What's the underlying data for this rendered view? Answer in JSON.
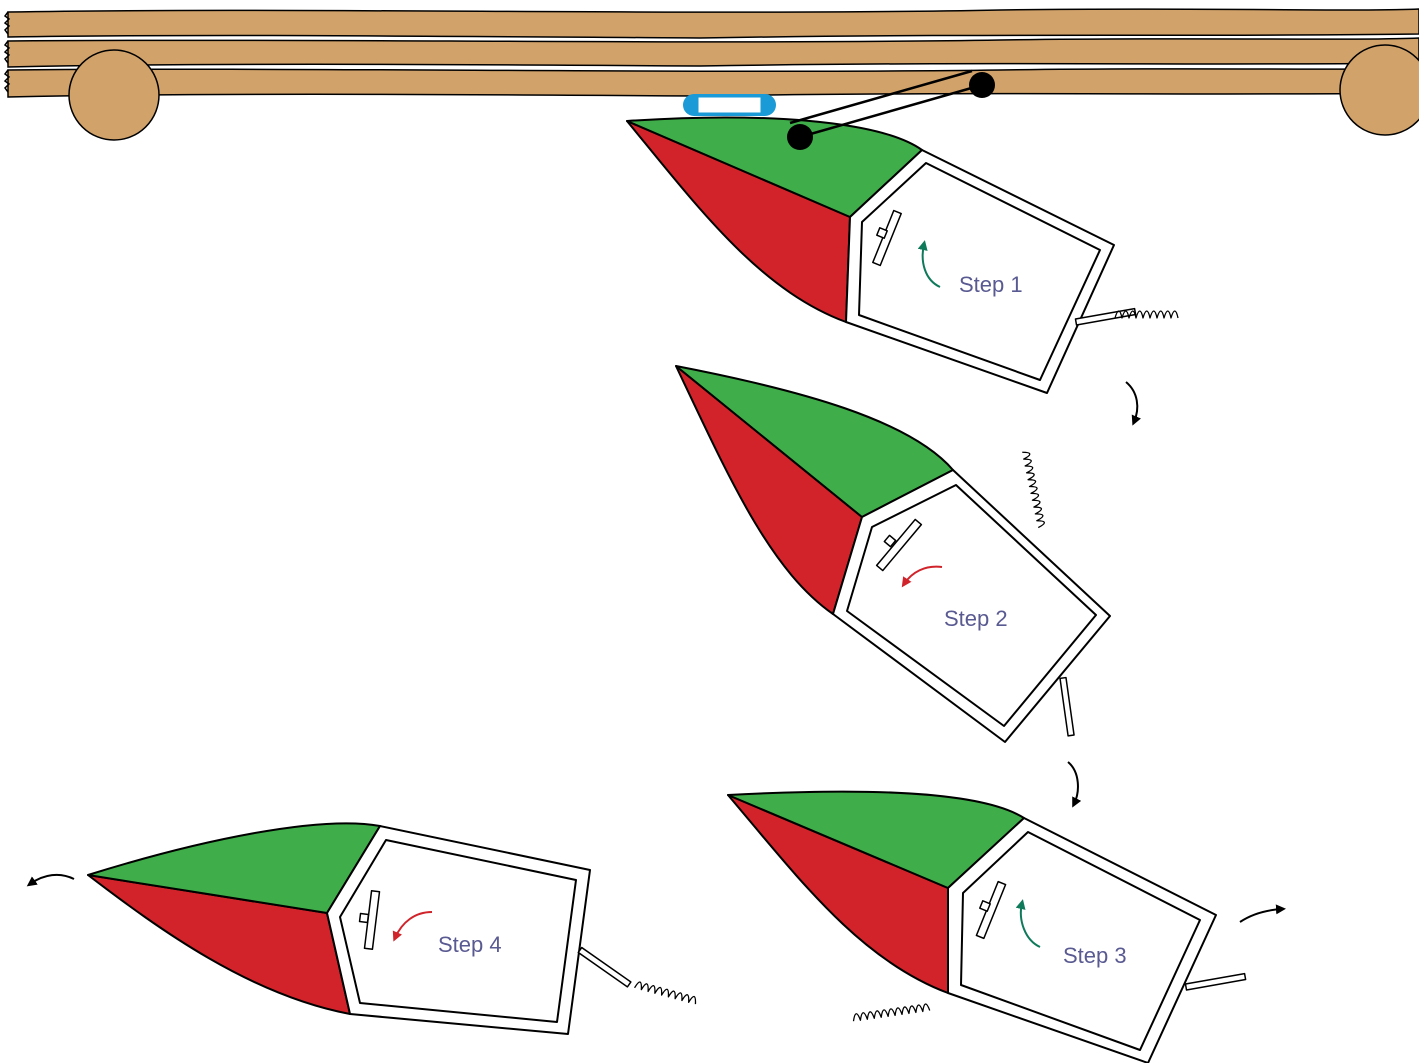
{
  "steps": [
    {
      "label": "Step 1",
      "arrow_color": "#0f7a5a"
    },
    {
      "label": "Step 2",
      "arrow_color": "#d0232a"
    },
    {
      "label": "Step 3",
      "arrow_color": "#0f7a5a"
    },
    {
      "label": "Step 4",
      "arrow_color": "#d0232a"
    }
  ],
  "colors": {
    "wood": "#d1a26a",
    "green": "#3fad49",
    "red": "#d2232a",
    "label_text": "#5a5a92",
    "clip": "#1a9ad6",
    "outline": "#000000"
  }
}
